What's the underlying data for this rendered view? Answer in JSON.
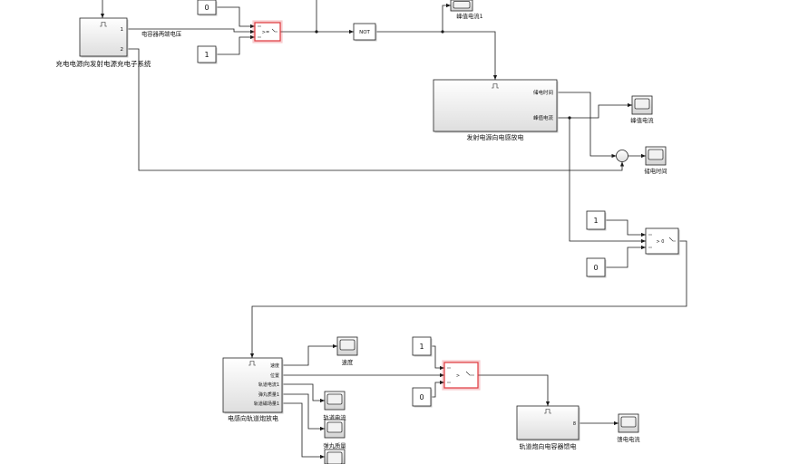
{
  "diagram": {
    "charge_subsystem": {
      "name": "充电电源向发射电源充电子系统",
      "out_ports": [
        "1",
        "2"
      ]
    },
    "capacitor_voltage_signal": "电容器两端电压",
    "top_constants": [
      "0",
      "1"
    ],
    "top_switch_criterion": ">=",
    "not_block": "NOT",
    "peak_current1_scope": "峰值电流1",
    "discharge_subsystem": {
      "name": "发射电源向电感放电",
      "out_ports": [
        "储电时间",
        "峰值电流"
      ]
    },
    "peak_current_scope": "峰值电流",
    "storage_time_scope": "储电时间",
    "mid_constants": [
      "1",
      "0"
    ],
    "mid_switch_criterion": "> 0",
    "railgun_subsystem": {
      "name": "电感向轨道炮放电",
      "out_ports": [
        "速度",
        "位置",
        "轨道电流1",
        "弹丸质量1",
        "轨道磁场量1"
      ]
    },
    "speed_scope": "速度",
    "rail_current_scope": "轨道电流",
    "projectile_mass_scope": "弹丸质量",
    "bottom_constants": [
      "1",
      "0"
    ],
    "bottom_switch_criterion": ">",
    "feedback_subsystem": {
      "name": "轨道炮向电容器馈电",
      "out_ports": [
        "8"
      ]
    },
    "feed_current_scope": "馈电电流"
  },
  "colors": {
    "line": "#1a1a1a",
    "highlight": "#e0393e",
    "block_fill_top": "#ffffff",
    "block_fill_bottom": "#dedede"
  }
}
